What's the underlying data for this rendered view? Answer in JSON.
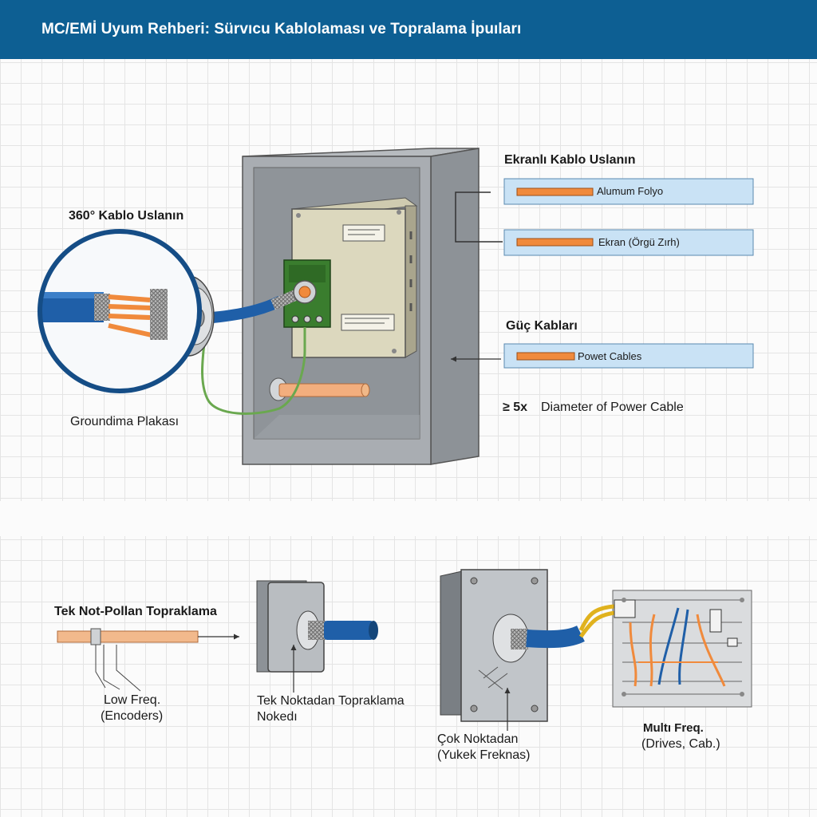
{
  "header": {
    "title": "MC/EMİ Uyum Rehberi: Sürvıcu Kablolaması ve Topralama İpuıları"
  },
  "top_section": {
    "circle_label": "360° Kablo Uslanın",
    "grounding_label": "Groundima Plakası",
    "shielded_title": "Ekranlı Kablo Uslanın",
    "cable_foil": "Alumum Folyo",
    "cable_braid": "Ekran (Örgü Zırh)",
    "power_title": "Güç Kabları",
    "cable_power": "Powet Cables",
    "spacing_symbol": "≥ 5x",
    "spacing_text": "Diameter of Power Cable"
  },
  "bottom_section": {
    "single_title": "Tek Not-Pollan Topraklama",
    "low_freq": "Low Freq.",
    "encoders": "(Encoders)",
    "single_point_1": "Tek Noktadan Topraklama",
    "single_point_2": "Nokedı",
    "multi_point_1": "Çok Noktadan",
    "multi_point_2": "(Yukek Freknas)",
    "multi_freq": "Multı Freq.",
    "drives": "(Drives, Cab.)"
  },
  "colors": {
    "header_bg": "#0d5f93",
    "cable_blue": "#1f5fa8",
    "conductor_orange": "#f08a3c",
    "ground_green": "#6aa84f",
    "enclosure_gray": "#9ea3a8",
    "terminal_green": "#3a7d2e"
  }
}
